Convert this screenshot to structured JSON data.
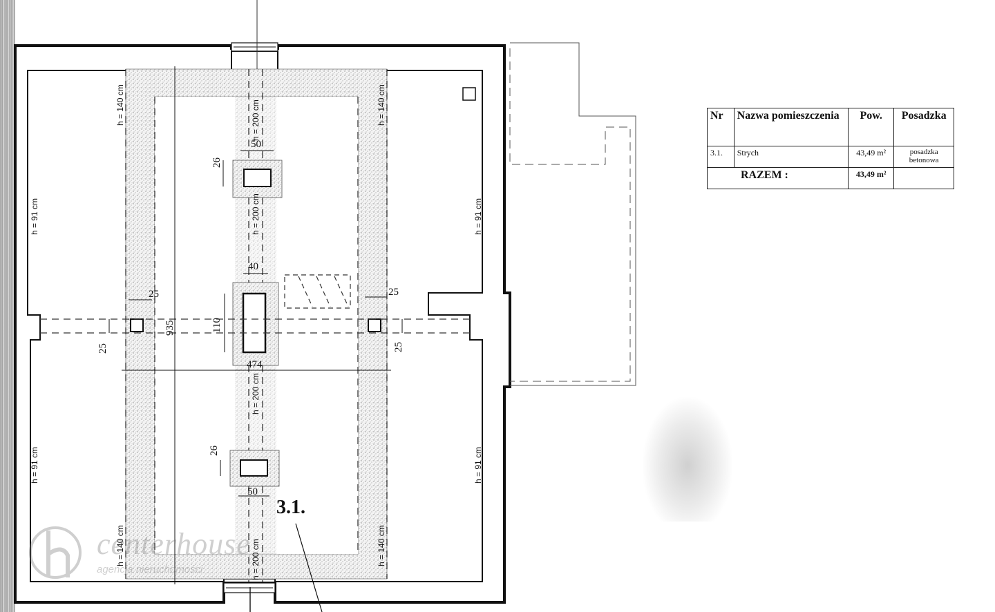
{
  "room_label": "3.1.",
  "heights": {
    "h140": "h = 140 cm",
    "h91": "h = 91 cm",
    "h200": "h = 200 cm"
  },
  "dimensions": {
    "d50": "50",
    "d26": "26",
    "d40": "40",
    "d110": "110",
    "d25": "25",
    "d935": "935",
    "d474": "474"
  },
  "table": {
    "headers": {
      "nr": "Nr",
      "name": "Nazwa pomieszczenia",
      "pow": "Pow.",
      "posadzka": "Posadzka"
    },
    "rows": [
      {
        "nr": "3.1.",
        "name": "Strych",
        "pow": "43,49 m²",
        "posadzka": "posadzka betonowa"
      }
    ],
    "total": {
      "label": "RAZEM :",
      "pow": "43,49 m²"
    }
  },
  "watermark": {
    "name": "centerhouse",
    "sub": "agencja nieruchomości"
  },
  "colors": {
    "ink": "#111111",
    "hatch": "#8a8a8a",
    "paper": "#ffffff"
  }
}
